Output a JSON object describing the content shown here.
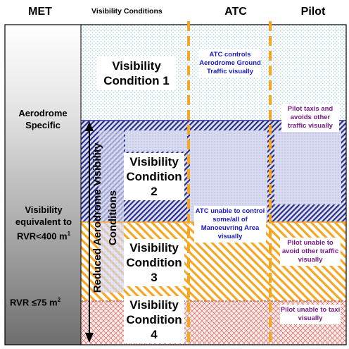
{
  "headers": {
    "met": "MET",
    "visibility_conditions": "Visibility Conditions",
    "atc": "ATC",
    "pilot": "Pilot"
  },
  "met_labels": {
    "aerodrome_specific": "Aerodrome Specific",
    "visibility_rvr400_line1": "Visibility",
    "visibility_rvr400_line2": "equivalent to",
    "visibility_rvr400_line3": "RVR<400 m",
    "visibility_rvr400_sup": "1",
    "rvr75": "RVR  ≤75 m",
    "rvr75_sup": "2"
  },
  "conditions": {
    "vc1": [
      "Visibility",
      "Condition 1"
    ],
    "vc2": [
      "Visibility",
      "Condition",
      "2"
    ],
    "vc3": [
      "Visibility",
      "Condition",
      "3"
    ],
    "vc4": [
      "Visibility",
      "Condition",
      "4"
    ],
    "reduced": "Reduced Aerodrome Visibility Conditions"
  },
  "atc_notes": {
    "controls": "ATC controls Aerodrome Ground Traffic visually",
    "unable": "ATC unable to control some/all of  Manoeuvring Area visually"
  },
  "pilot_notes": {
    "taxis": "Pilot taxis and avoids other traffic visually",
    "unable_avoid": "Pilot unable to avoid other traffic visually",
    "unable_taxi": "Pilot unable to taxi visually"
  },
  "colors": {
    "light_blue": "#cfe6f2",
    "dark_blue": "#2a2f8c",
    "orange": "#f5a623",
    "red": "#c0392b",
    "purple_text": "#7a1a8a",
    "blue_text": "#1a1acc"
  }
}
